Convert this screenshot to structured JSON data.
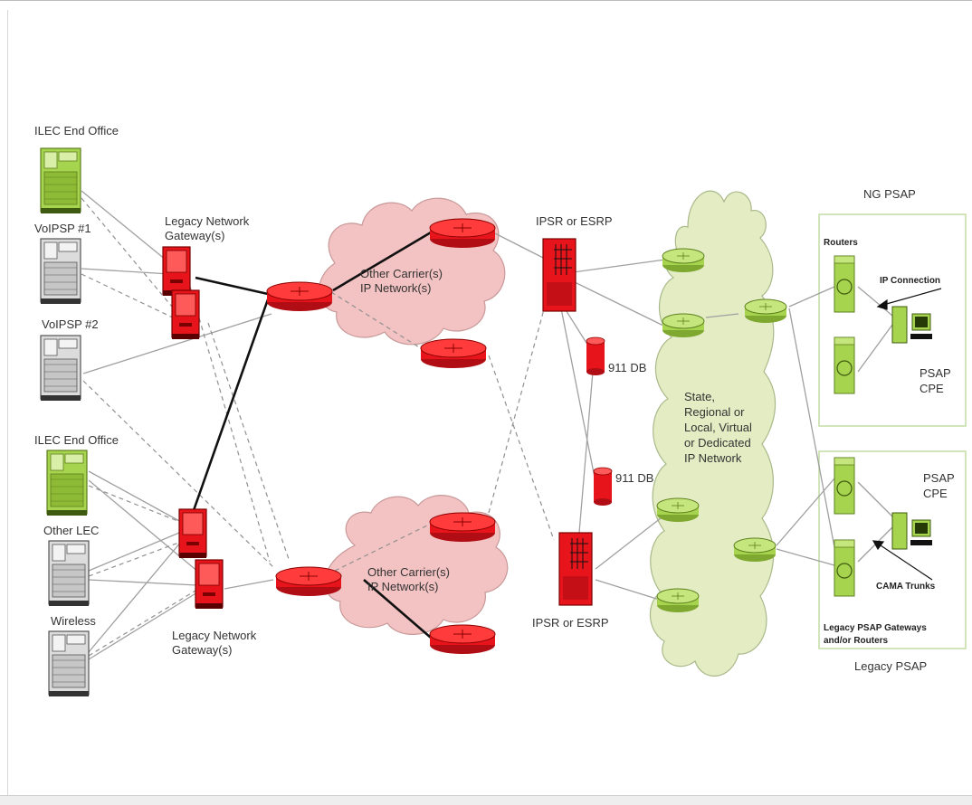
{
  "labels": {
    "ilec_end_office_top": "ILEC End Office",
    "voipsp_1": "VoIPSP #1",
    "voipsp_2": "VoIPSP #2",
    "ilec_end_office_bottom": "ILEC End Office",
    "other_lec": "Other LEC",
    "wireless": "Wireless",
    "legacy_gateway_top": [
      "Legacy Network",
      "Gateway(s)"
    ],
    "legacy_gateway_bottom": [
      "Legacy Network",
      "Gateway(s)"
    ],
    "other_carrier_top": [
      "Other Carrier(s)",
      "IP Network(s)"
    ],
    "other_carrier_bottom": [
      "Other Carrier(s)",
      "IP Network(s)"
    ],
    "ipsr_top": "IPSR or ESRP",
    "ipsr_bottom": "IPSR or ESRP",
    "db_top": "911 DB",
    "db_bottom": "911 DB",
    "state_network": [
      "State,",
      "Regional or",
      "Local, Virtual",
      "or Dedicated",
      "IP Network"
    ],
    "ng_psap": "NG PSAP",
    "routers": "Routers",
    "ip_connection": "IP Connection",
    "psap_cpe_top": [
      "PSAP",
      "CPE"
    ],
    "psap_cpe_bottom": [
      "PSAP",
      "CPE"
    ],
    "cama_trunks": "CAMA Trunks",
    "legacy_gateways_routers": [
      "Legacy PSAP Gateways",
      "and/or Routers"
    ],
    "legacy_psap": "Legacy PSAP"
  },
  "colors": {
    "red_device": "#e8141c",
    "green_device": "#a6d44e",
    "gray_device": "#d9d9d9",
    "cloud_pink": "#f3c2c2",
    "cloud_green": "#e3ecc3",
    "link_gray": "#a0a0a0",
    "link_black": "#111111"
  }
}
